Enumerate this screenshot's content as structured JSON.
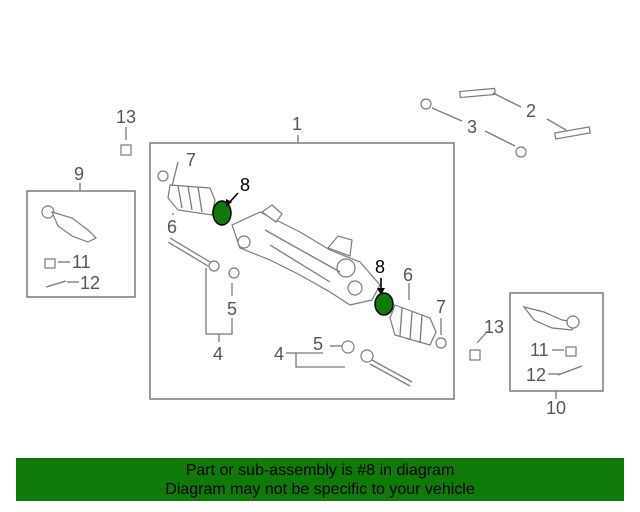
{
  "callouts": {
    "n1": "1",
    "n2": "2",
    "n3": "3",
    "n4a": "4",
    "n4b": "4",
    "n5a": "5",
    "n5b": "5",
    "n6a": "6",
    "n6b": "6",
    "n7a": "7",
    "n7b": "7",
    "n8a": "8",
    "n8b": "8",
    "n9": "9",
    "n10": "10",
    "n11a": "11",
    "n11b": "11",
    "n12a": "12",
    "n12b": "12",
    "n13a": "13",
    "n13b": "13"
  },
  "colors": {
    "highlight_part": "#0f7a07",
    "banner_bg": "#0f7a07"
  },
  "banner": {
    "line1": "Part or sub-assembly is #8 in diagram",
    "line2": "Diagram may not be specific to your vehicle"
  }
}
